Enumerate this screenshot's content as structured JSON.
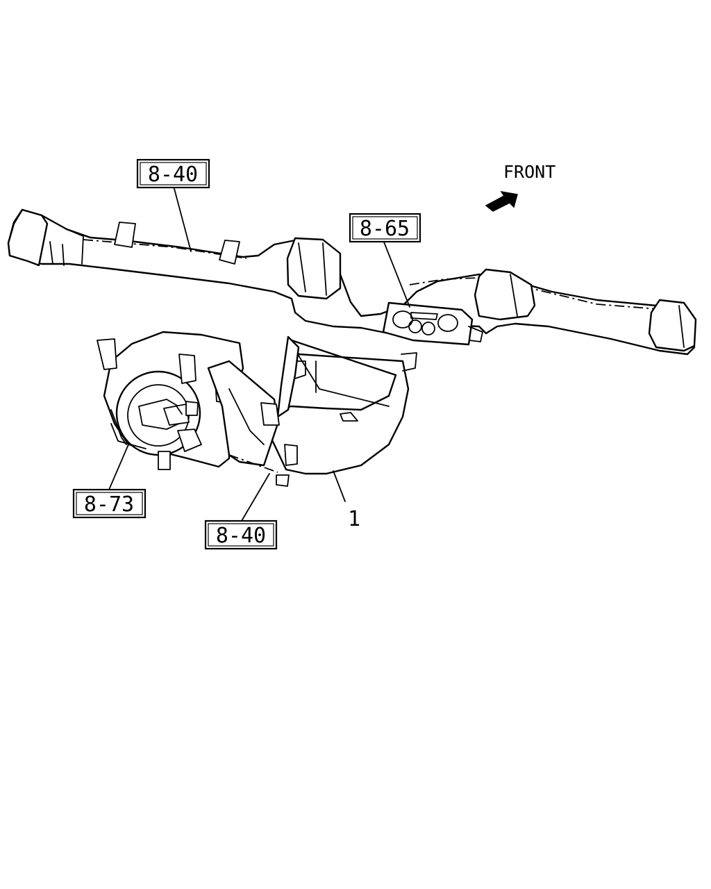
{
  "labels": {
    "duct_top": "8-40",
    "control_panel": "8-65",
    "blower_motor": "8-73",
    "duct_bottom": "8-40",
    "item_1": "1"
  },
  "direction": {
    "text": "FRONT",
    "icon": "arrow-icon"
  },
  "colors": {
    "ink": "#000000",
    "paper": "#ffffff"
  }
}
